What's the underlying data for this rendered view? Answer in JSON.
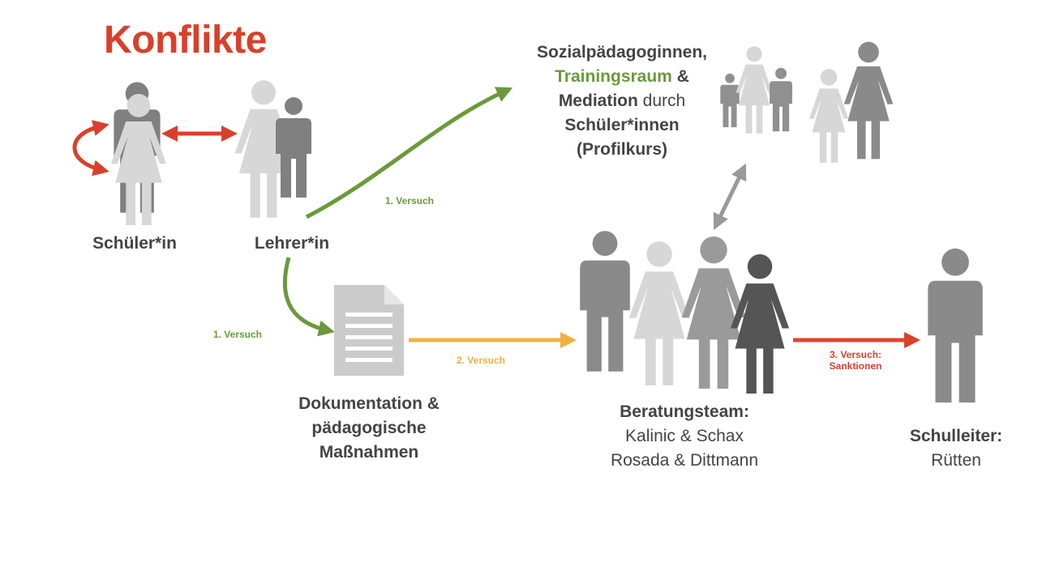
{
  "title": "Konflikte",
  "nodes": {
    "schueler": "Schüler*in",
    "lehrer": "Lehrer*in",
    "sozial": {
      "line1": "Sozialpädagoginnen,",
      "line2_highlight": "Trainingsraum",
      "line2_rest": " &",
      "line3_bold": "Mediation",
      "line3_normal": " durch",
      "line4": "Schüler*innen",
      "line5": "(Profilkurs)"
    },
    "doku": {
      "line1": "Dokumentation &",
      "line2": "pädagogische",
      "line3": "Maßnahmen"
    },
    "beratung": {
      "title": "Beratungsteam:",
      "line1": "Kalinic & Schax",
      "line2": "Rosada & Dittmann"
    },
    "schulleiter": {
      "title": "Schulleiter:",
      "name": "Rütten"
    }
  },
  "edges": {
    "to_sozial": "1. Versuch",
    "to_doku": "1. Versuch",
    "to_beratung": "2. Versuch",
    "to_schulleiter_1": "3. Versuch:",
    "to_schulleiter_2": "Sanktionen"
  },
  "colors": {
    "title": "#d9402a",
    "green": "#6a9a3a",
    "orange": "#f0b040",
    "red": "#d9402a",
    "text": "#444444"
  }
}
